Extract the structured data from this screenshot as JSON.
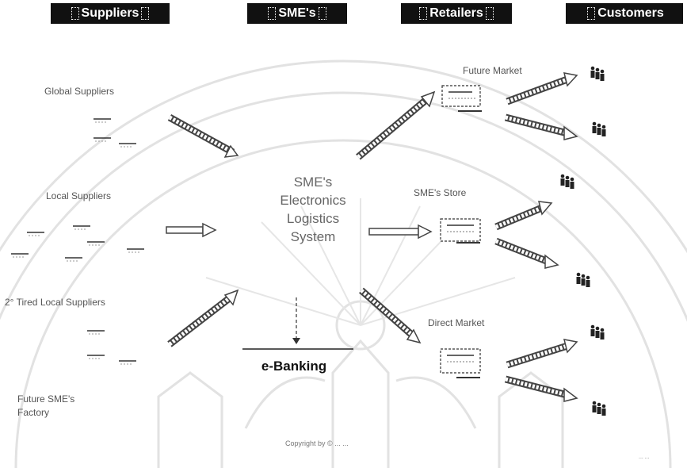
{
  "headers": {
    "suppliers": "Suppliers",
    "smes": "SME's",
    "retailers": "Retailers",
    "customers": "Customers"
  },
  "suppliers": {
    "global": "Global Suppliers",
    "local": "Local Suppliers",
    "tired_local": "2° Tired Local Suppliers",
    "future_factory_line1": "Future SME's",
    "future_factory_line2": "Factory"
  },
  "center": {
    "line1": "SME's",
    "line2": "Electronics",
    "line3": "Logistics",
    "line4": "System"
  },
  "retailers": {
    "future_market": "Future Market",
    "sme_store": "SME's Store",
    "direct_market": "Direct Market"
  },
  "banking": "e-Banking",
  "copyright": "Copyright by © ... ...",
  "corner_note": "... ...",
  "colors": {
    "badge": "#111111",
    "arrow": "#444444",
    "watermark": "#dedede"
  },
  "icons": [
    "people-group-icon",
    "document-stack-icon",
    "store-icon"
  ]
}
